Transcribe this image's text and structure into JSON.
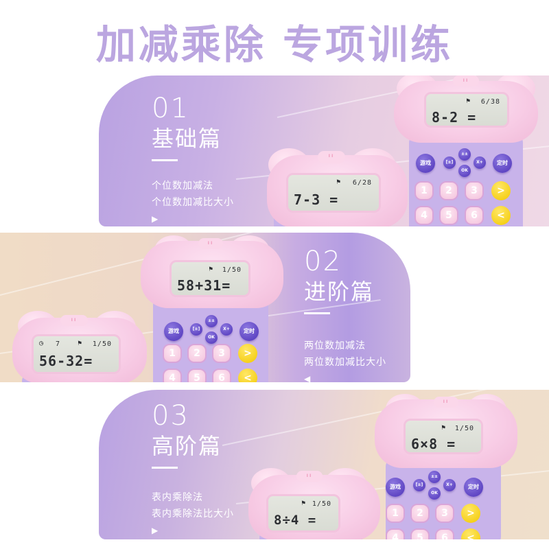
{
  "headline": "加减乘除 专项训练",
  "colors": {
    "headline": "#bba6e0",
    "card_purple": "#b9a2e2",
    "card_pink": "#efd3e3",
    "card_beige": "#f0dcc6",
    "device_pink": "#f8cde6",
    "device_purple": "#c8b3ea",
    "button_purple": "#6047c4",
    "button_yellow": "#f2c800",
    "lcd": "#dfe1da"
  },
  "sections": [
    {
      "number": "01",
      "title": "基础篇",
      "items": [
        "个位数加减法",
        "个位数加减比大小"
      ],
      "arrow": "▶",
      "devices": [
        {
          "progress": "6/28",
          "expression": "7-3 ="
        },
        {
          "progress": "6/38",
          "expression": "8-2 ="
        }
      ]
    },
    {
      "number": "02",
      "title": "进阶篇",
      "items": [
        "两位数加减法",
        "两位数加减比大小"
      ],
      "arrow": "◀",
      "devices": [
        {
          "timer": "7",
          "progress": "1/50",
          "expression": "56-32="
        },
        {
          "progress": "1/50",
          "expression": "58+31="
        }
      ]
    },
    {
      "number": "03",
      "title": "高阶篇",
      "items": [
        "表内乘除法",
        "表内乘除法比大小"
      ],
      "arrow": "▶",
      "devices": [
        {
          "progress": "1/50",
          "expression": "8÷4 ="
        },
        {
          "progress": "1/50",
          "expression": "6×8 ="
        }
      ]
    }
  ],
  "keypad": {
    "game": "游戏",
    "timer": "定时",
    "plus_minus": "[±]",
    "level": "±±",
    "mult": "X+",
    "ok": "OK",
    "digits": [
      "1",
      "2",
      "3",
      "4",
      "5",
      "6"
    ],
    "next": ">",
    "prev": "<"
  },
  "icons": {
    "flag": "⚑",
    "clock": "◷"
  }
}
